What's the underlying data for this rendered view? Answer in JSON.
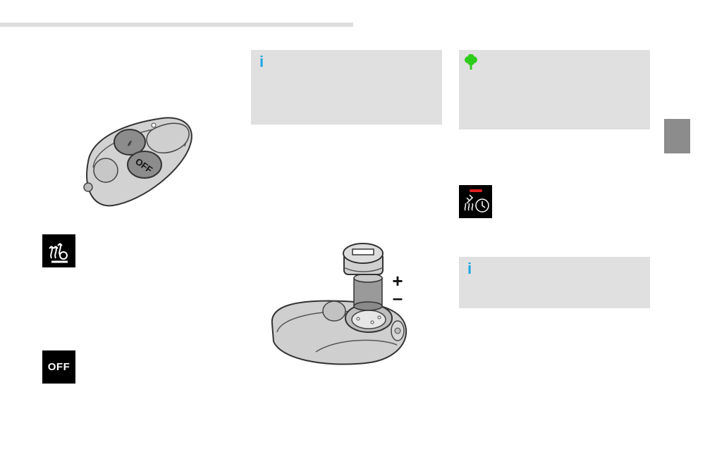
{
  "remote_illustration": {
    "heat_button_icon": "heater-fan-icon",
    "off_button_label": "OFF"
  },
  "icons": {
    "heater_icon": "heater-fan-icon",
    "off_label": "OFF",
    "timer_icon": "fan-timer-icon",
    "eco_icon": "tree-icon",
    "info_icon": "info-icon"
  },
  "info_boxes": [
    {
      "symbol": "i"
    },
    {
      "symbol": "i"
    }
  ],
  "battery_illustration": {
    "plus_label": "+",
    "minus_label": "–"
  },
  "colors": {
    "info_accent": "#1aa6e0",
    "eco_accent": "#2ecc1a",
    "timer_indicator": "#e02020",
    "note_background": "#e0e0e0",
    "side_tab": "#8c8c8c"
  }
}
